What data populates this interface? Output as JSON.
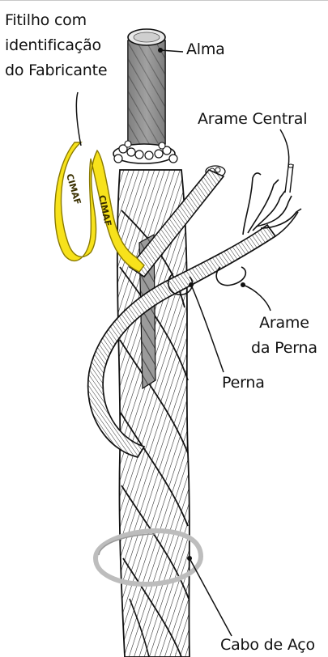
{
  "labels": {
    "fitilho": [
      "Fitilho com",
      "identificação",
      "do Fabricante"
    ],
    "alma": "Alma",
    "arame_central": "Arame Central",
    "arame_perna": [
      "Arame",
      "da Perna"
    ],
    "perna": "Perna",
    "cabo": "Cabo de Aço"
  },
  "tag_text": [
    "CIMAF",
    "CIMAF"
  ],
  "colors": {
    "tag": "#f7e21b",
    "tag_edge": "#8a7a00",
    "line": "#111111",
    "core": "#7a7a7a",
    "ring": "#bdbdbd"
  }
}
